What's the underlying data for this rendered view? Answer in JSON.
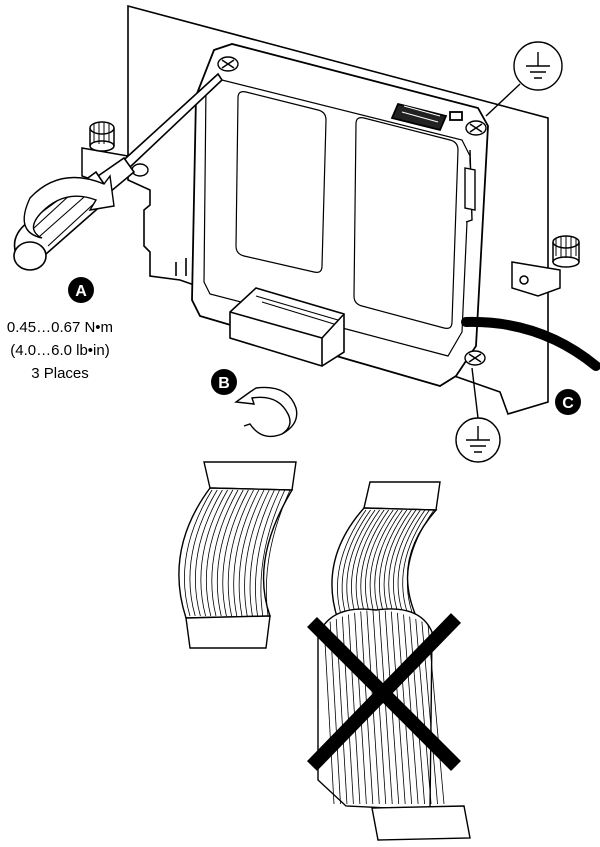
{
  "callouts": {
    "a": "A",
    "b": "B",
    "c": "C"
  },
  "torque": {
    "metric": "0.45…0.67 N•m",
    "imperial": "(4.0…6.0 lb•in)",
    "places": "3 Places"
  },
  "icons": {
    "ground_top": "ground-symbol-icon",
    "ground_bottom": "ground-symbol-icon",
    "correct_cable": "flat-ribbon-cable",
    "incorrect_cable": "folded-ribbon-cable",
    "incorrect_mark": "x-mark-icon"
  },
  "colors": {
    "line": "#000000",
    "fill": "#ffffff",
    "accent": "#111111"
  }
}
